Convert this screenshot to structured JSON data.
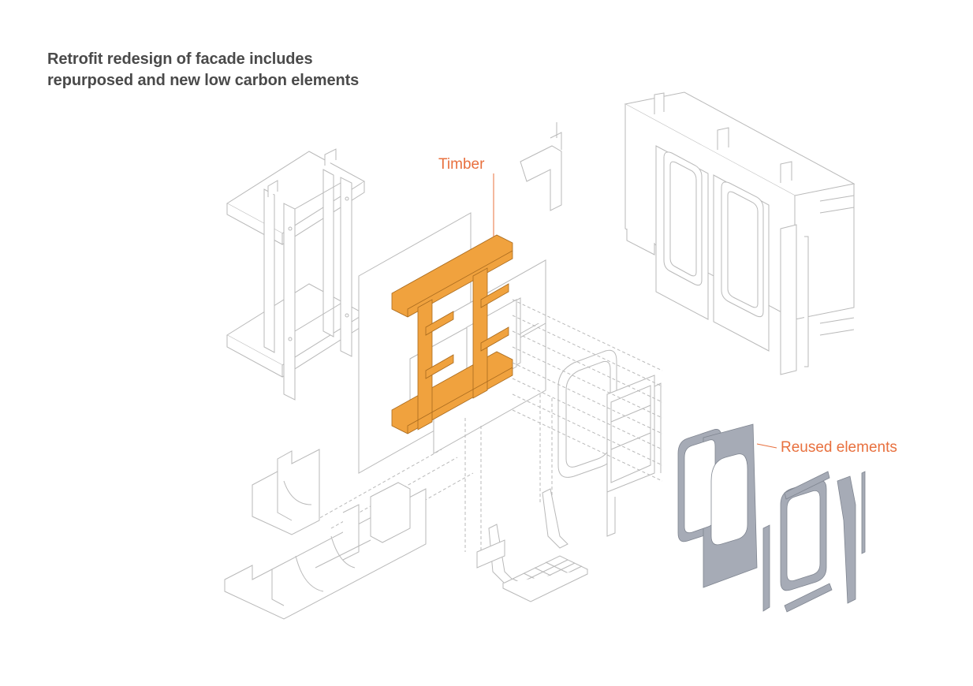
{
  "title": {
    "line1": "Retrofit redesign of facade includes",
    "line2": "repurposed and new low carbon elements"
  },
  "labels": {
    "timber": "Timber",
    "reused": "Reused elements"
  },
  "colors": {
    "title": "#4a4a4a",
    "annotation": "#e8703e",
    "timber_fill": "#f0a23e",
    "reused_fill": "#a6abb6",
    "line": "#b9b9b9"
  }
}
